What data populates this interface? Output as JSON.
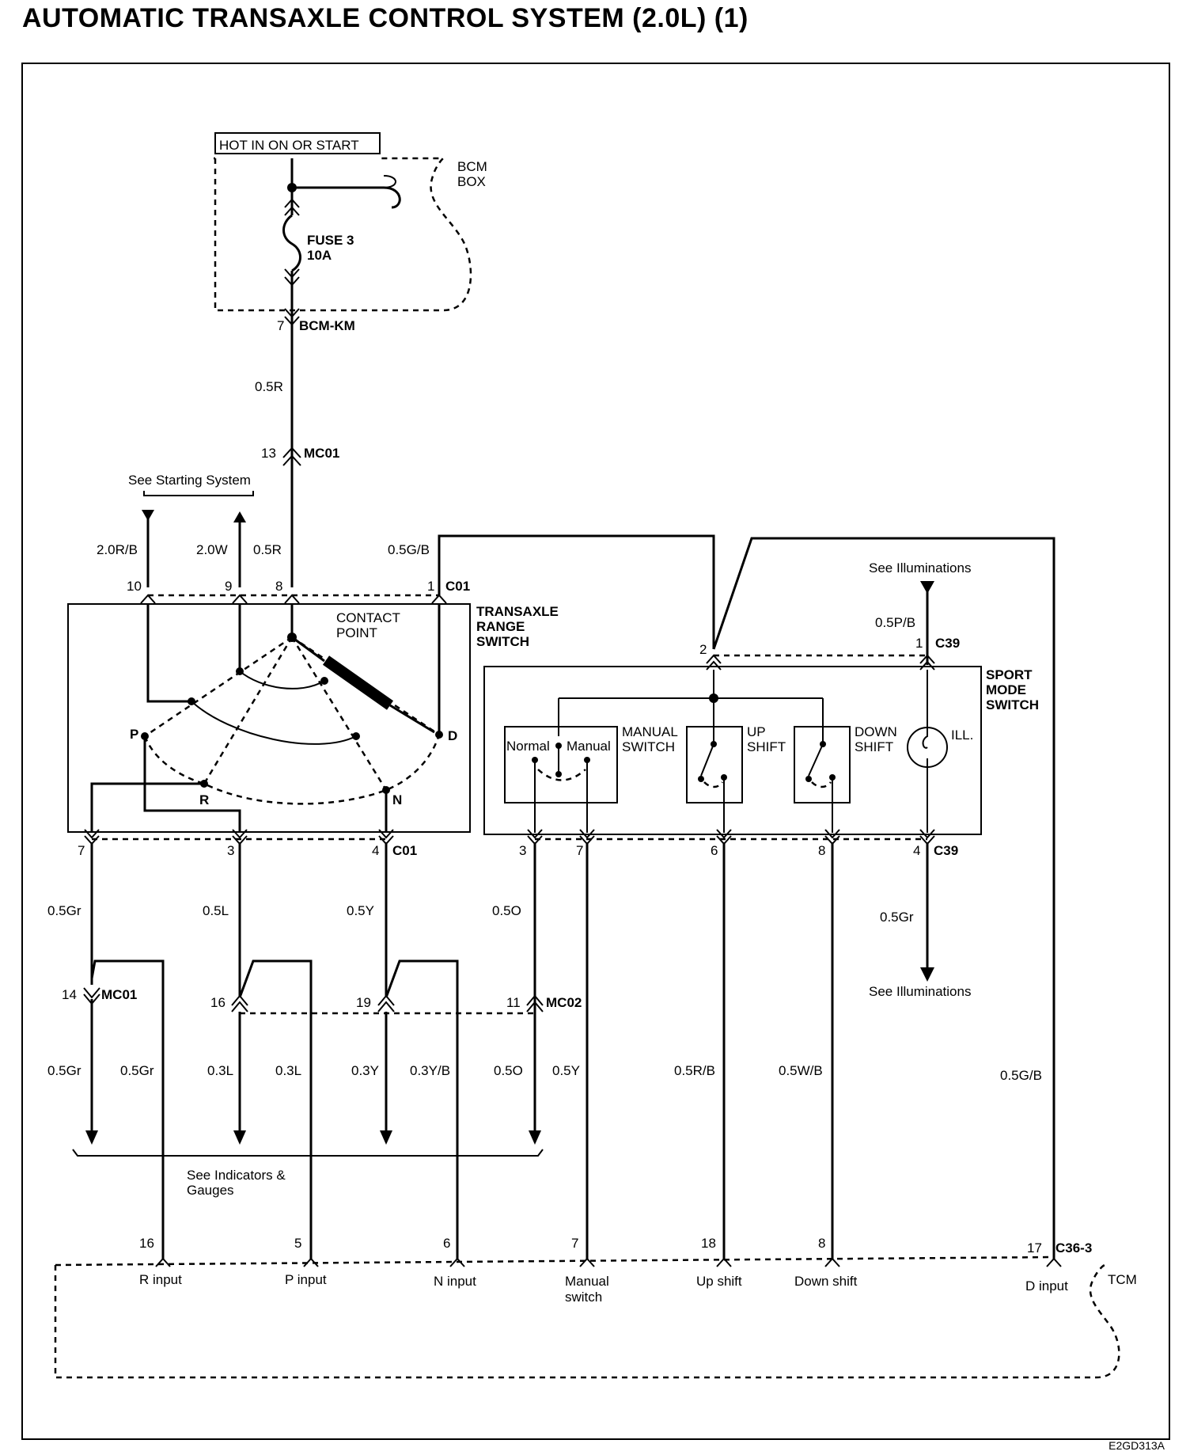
{
  "title": "AUTOMATIC TRANSAXLE CONTROL SYSTEM (2.0L) (1)",
  "diagram_code": "E2GD313A",
  "power": {
    "hot_label": "HOT IN ON OR START",
    "box_label": [
      "BCM",
      "BOX"
    ],
    "fuse_label": [
      "FUSE 3",
      "10A"
    ],
    "bcm_pin": "7",
    "bcm_connector": "BCM-KM",
    "wire_main": "0.5R",
    "mc01_pin": "13",
    "mc01_connector": "MC01"
  },
  "starting_ref": "See Starting System",
  "trs": {
    "name": [
      "TRANSAXLE",
      "RANGE",
      "SWITCH"
    ],
    "contact_point": [
      "CONTACT",
      "POINT"
    ],
    "top_pins": [
      "10",
      "9",
      "8",
      "1"
    ],
    "top_wires": [
      "2.0R/B",
      "2.0W",
      "0.5R",
      "0.5G/B"
    ],
    "top_connector": "C01",
    "positions": [
      "P",
      "R",
      "N",
      "D"
    ],
    "bottom_pins": [
      "7",
      "3",
      "4"
    ],
    "bottom_connector": "C01",
    "bottom_wires": [
      "0.5Gr",
      "0.5L",
      "0.5Y"
    ]
  },
  "sport": {
    "name": [
      "SPORT",
      "MODE",
      "SWITCH"
    ],
    "illum_ref_top": "See Illuminations",
    "wire_illum_in": "0.5P/B",
    "top_pins": [
      "2",
      "1"
    ],
    "top_connector": "C39",
    "manual_switch": [
      "MANUAL",
      "SWITCH"
    ],
    "normal": "Normal",
    "manual": "Manual",
    "up_shift": [
      "UP",
      "SHIFT"
    ],
    "down_shift": [
      "DOWN",
      "SHIFT"
    ],
    "ill": "ILL.",
    "bottom_pins": [
      "3",
      "7",
      "6",
      "8",
      "4"
    ],
    "bottom_connector": "C39",
    "wire_o": "0.5O",
    "wire_illum_out": "0.5Gr",
    "illum_ref_bottom": "See Illuminations"
  },
  "splice": {
    "mc01_pin": "14",
    "mc01": "MC01",
    "pins": [
      "16",
      "19",
      "11"
    ],
    "mc02": "MC02"
  },
  "lower_wires": [
    "0.5Gr",
    "0.5Gr",
    "0.3L",
    "0.3L",
    "0.3Y",
    "0.3Y/B",
    "0.5O",
    "0.5Y",
    "0.5R/B",
    "0.5W/B",
    "0.5G/B"
  ],
  "indicators_ref": [
    "See Indicators &",
    "Gauges"
  ],
  "tcm": {
    "name": "TCM",
    "connector": "C36-3",
    "pins": [
      "16",
      "5",
      "6",
      "7",
      "18",
      "8",
      "17"
    ],
    "inputs": [
      "R input",
      "P input",
      "N input",
      "Manual",
      "switch",
      "Up shift",
      "Down shift",
      "D input"
    ]
  }
}
